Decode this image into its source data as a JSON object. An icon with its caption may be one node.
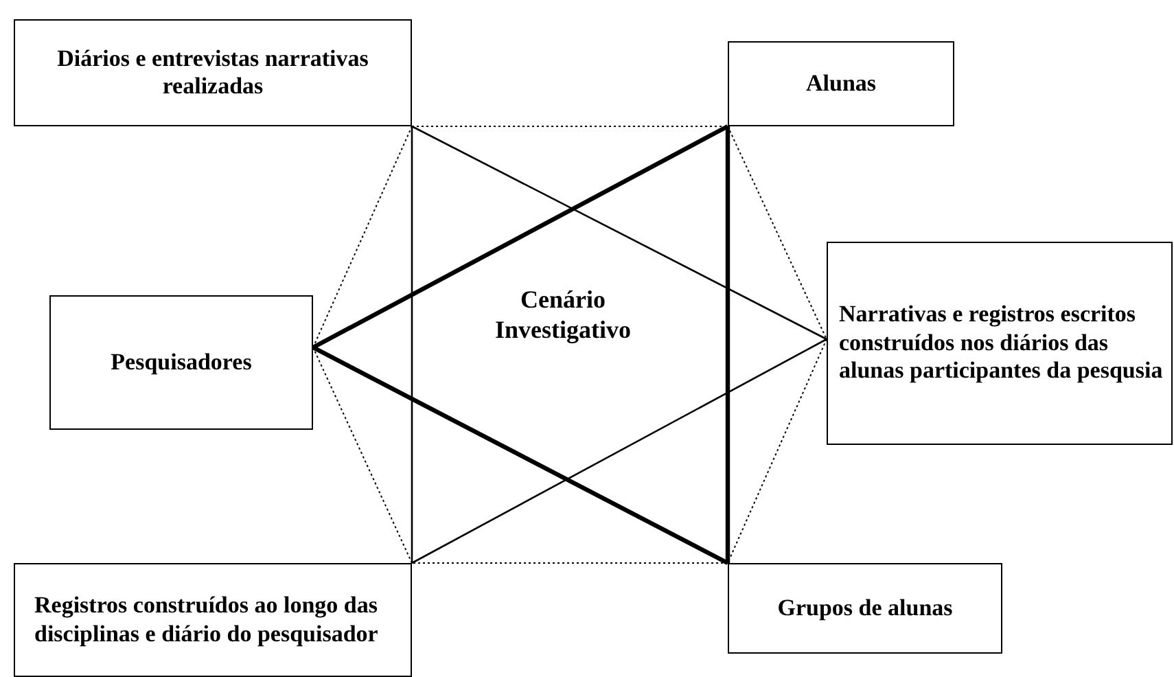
{
  "diagram": {
    "nodes": [
      {
        "text": [
          "Diários e entrevistas narrativas realizadas"
        ]
      },
      {
        "text": [
          "Alunas"
        ]
      },
      {
        "text": [
          "Pesquisadores"
        ]
      },
      {
        "text": [
          "Narrativas e registros escritos construídos nos diários das alunas participantes da pesqusia"
        ]
      },
      {
        "text": [
          "Registros construídos ao longo das disciplinas e diário do pesquisador"
        ]
      },
      {
        "text": [
          "Grupos de alunas"
        ]
      }
    ],
    "edges": [
      {
        "from": 2,
        "to": 1,
        "arrow": "none",
        "style": "thick"
      },
      {
        "from": 1,
        "to": 5,
        "arrow": "none",
        "style": "thick"
      },
      {
        "from": 5,
        "to": 2,
        "arrow": "none",
        "style": "thick"
      },
      {
        "from": 0,
        "to": 3,
        "arrow": "none"
      },
      {
        "from": 3,
        "to": 4,
        "arrow": "none"
      },
      {
        "from": 4,
        "to": 0,
        "arrow": "none"
      },
      {
        "from": 0,
        "to": 1,
        "arrow": "none",
        "style": "dashed"
      },
      {
        "from": 1,
        "to": 3,
        "arrow": "none",
        "style": "dashed"
      },
      {
        "from": 3,
        "to": 5,
        "arrow": "none",
        "style": "dashed"
      },
      {
        "from": 5,
        "to": 4,
        "arrow": "none",
        "style": "dashed"
      },
      {
        "from": 4,
        "to": 2,
        "arrow": "none",
        "style": "dashed"
      },
      {
        "from": 2,
        "to": 0,
        "arrow": "none",
        "style": "dashed"
      }
    ],
    "labels": [
      "Cenário Investigativo"
    ]
  }
}
